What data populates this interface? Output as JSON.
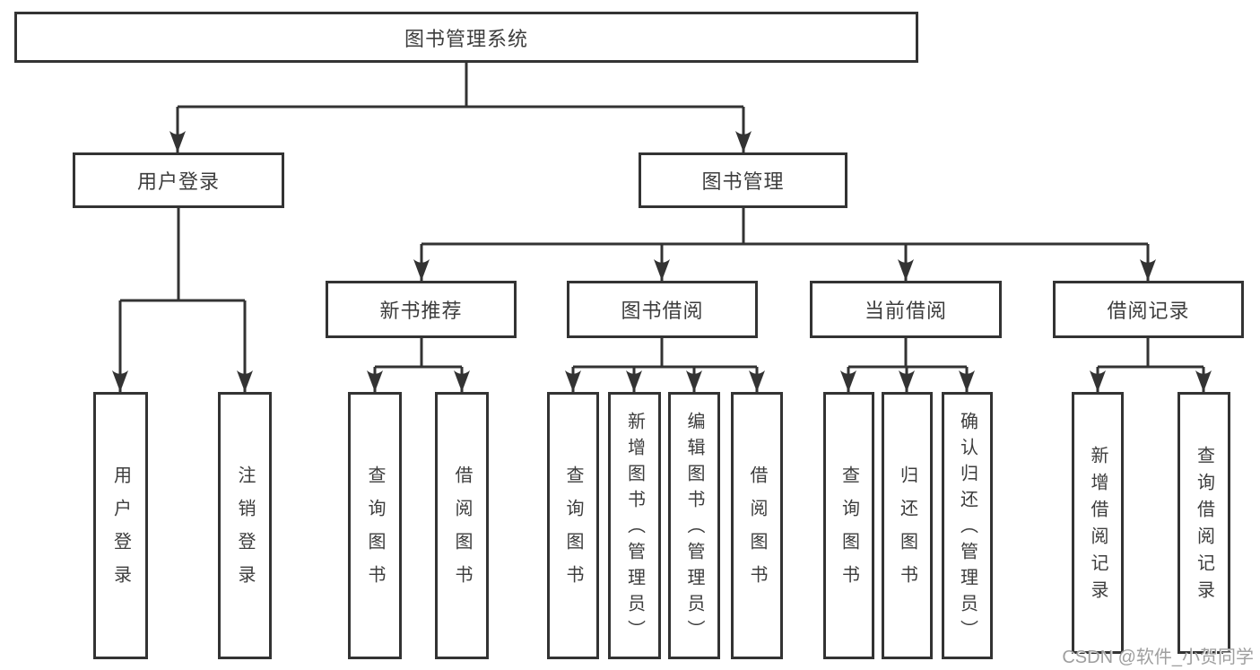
{
  "diagram": {
    "type": "hierarchy-tree",
    "root": {
      "label": "图书管理系统"
    },
    "level2": {
      "user_login": {
        "label": "用户登录"
      },
      "book_management": {
        "label": "图书管理"
      }
    },
    "level3": {
      "new_book_recommend": {
        "label": "新书推荐"
      },
      "book_borrowing": {
        "label": "图书借阅"
      },
      "current_borrowing": {
        "label": "当前借阅"
      },
      "borrowing_records": {
        "label": "借阅记录"
      }
    },
    "leaves": {
      "user_login": {
        "label": "用户登录"
      },
      "logout": {
        "label": "注销登录"
      },
      "query_books_recommend": {
        "label": "查询图书"
      },
      "borrow_books_recommend": {
        "label": "借阅图书"
      },
      "query_books_borrowing": {
        "label": "查询图书"
      },
      "add_books_admin": {
        "label": "新增图书（管理员）"
      },
      "edit_books_admin": {
        "label": "编辑图书（管理员）"
      },
      "borrow_books_borrowing": {
        "label": "借阅图书"
      },
      "query_books_current": {
        "label": "查询图书"
      },
      "return_books": {
        "label": "归还图书"
      },
      "confirm_return_admin": {
        "label": "确认归还（管理员）"
      },
      "add_borrow_record": {
        "label": "新增借阅记录"
      },
      "query_borrow_record": {
        "label": "查询借阅记录"
      }
    },
    "edges": [
      [
        "root",
        "user_login"
      ],
      [
        "root",
        "book_management"
      ],
      [
        "user_login",
        "leaf:user_login"
      ],
      [
        "user_login",
        "leaf:logout"
      ],
      [
        "book_management",
        "new_book_recommend"
      ],
      [
        "book_management",
        "book_borrowing"
      ],
      [
        "book_management",
        "current_borrowing"
      ],
      [
        "book_management",
        "borrowing_records"
      ],
      [
        "new_book_recommend",
        "leaf:query_books_recommend"
      ],
      [
        "new_book_recommend",
        "leaf:borrow_books_recommend"
      ],
      [
        "book_borrowing",
        "leaf:query_books_borrowing"
      ],
      [
        "book_borrowing",
        "leaf:add_books_admin"
      ],
      [
        "book_borrowing",
        "leaf:edit_books_admin"
      ],
      [
        "book_borrowing",
        "leaf:borrow_books_borrowing"
      ],
      [
        "current_borrowing",
        "leaf:query_books_current"
      ],
      [
        "current_borrowing",
        "leaf:return_books"
      ],
      [
        "current_borrowing",
        "leaf:confirm_return_admin"
      ],
      [
        "borrowing_records",
        "leaf:add_borrow_record"
      ],
      [
        "borrowing_records",
        "leaf:query_borrow_record"
      ]
    ]
  },
  "watermark": {
    "text": "CSDN @软件_小贺同学"
  },
  "colors": {
    "line": "#333333",
    "text": "#3d3d3d",
    "box_background": "#ffffff",
    "watermark": "#9f9f9f"
  }
}
